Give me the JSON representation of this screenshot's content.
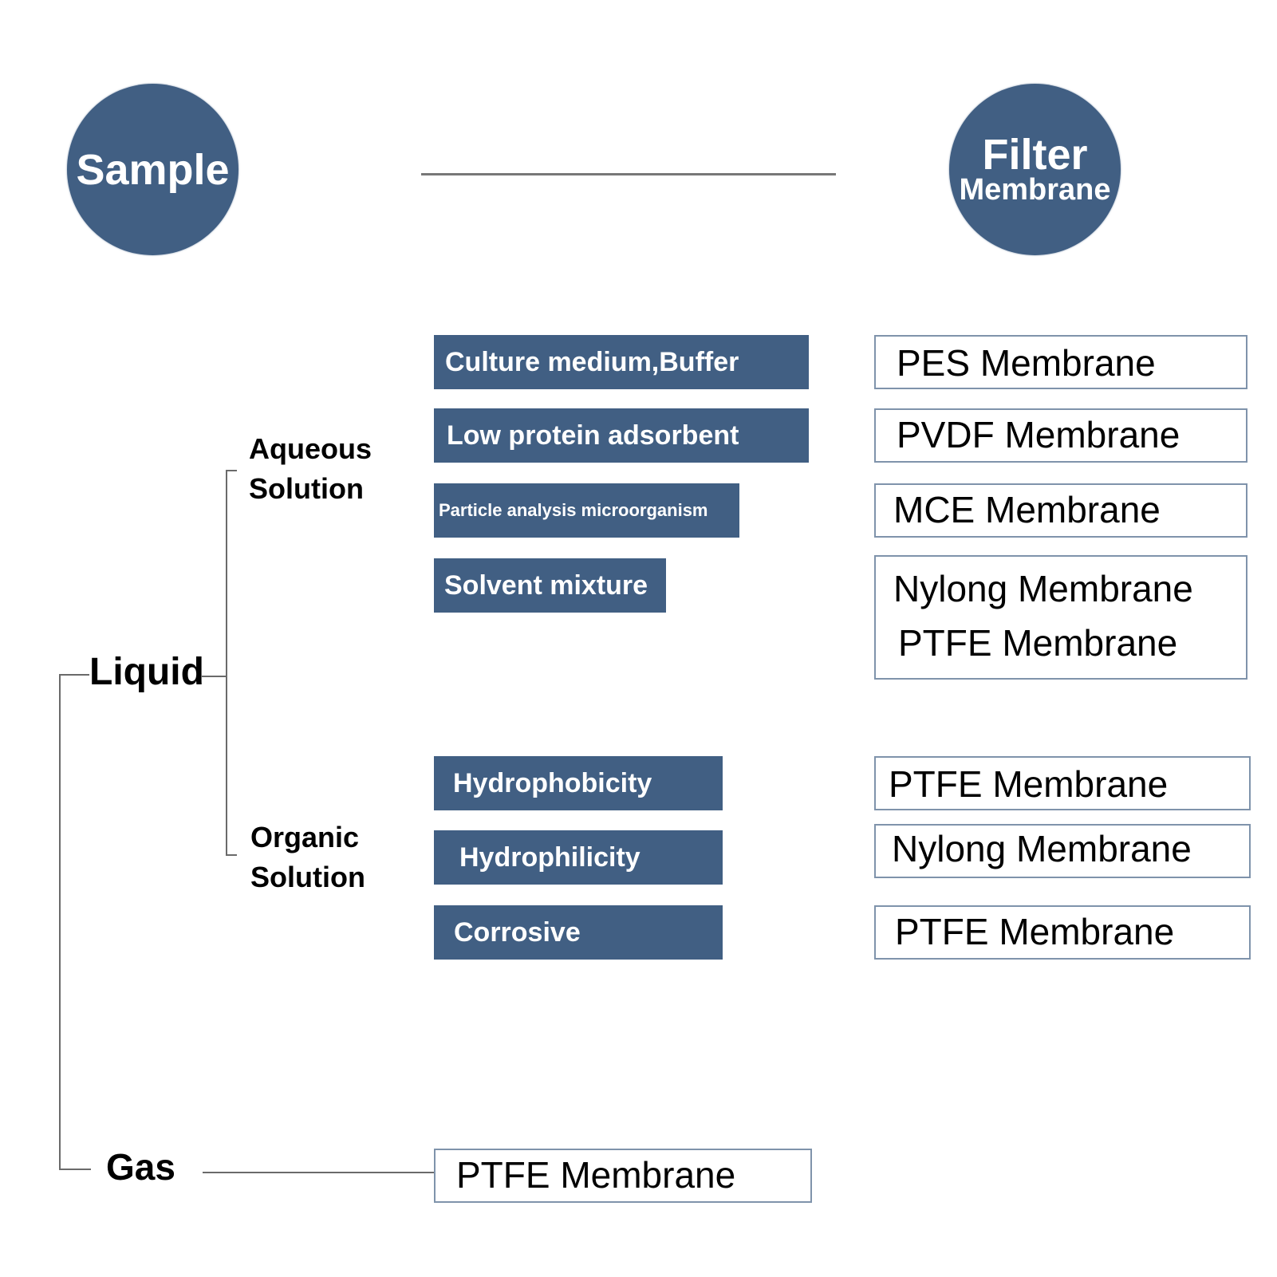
{
  "header": {
    "sample_circle": "Sample",
    "filter_circle_line1": "Filter",
    "filter_circle_line2": "Membrane"
  },
  "categories": {
    "liquid": "Liquid",
    "gas": "Gas",
    "aqueous_line1": "Aqueous",
    "aqueous_line2": "Solution",
    "organic_line1": "Organic",
    "organic_line2": "Solution"
  },
  "aqueous_rows": [
    {
      "sample": "Culture medium,Buffer",
      "membranes": [
        "PES Membrane"
      ]
    },
    {
      "sample": "Low protein adsorbent",
      "membranes": [
        "PVDF Membrane"
      ]
    },
    {
      "sample": "Particle analysis microorganism",
      "membranes": [
        "MCE Membrane"
      ]
    },
    {
      "sample": "Solvent mixture",
      "membranes": [
        "Nylong Membrane",
        "PTFE Membrane"
      ]
    }
  ],
  "organic_rows": [
    {
      "sample": "Hydrophobicity",
      "membranes": [
        "PTFE Membrane"
      ]
    },
    {
      "sample": "Hydrophilicity",
      "membranes": [
        "Nylong Membrane"
      ]
    },
    {
      "sample": "Corrosive",
      "membranes": [
        "PTFE Membrane"
      ]
    }
  ],
  "gas_row": {
    "membrane": "PTFE Membrane"
  },
  "colors": {
    "primary": "#415f83",
    "box_border": "#7f93ab",
    "line": "#6a6a6a"
  }
}
